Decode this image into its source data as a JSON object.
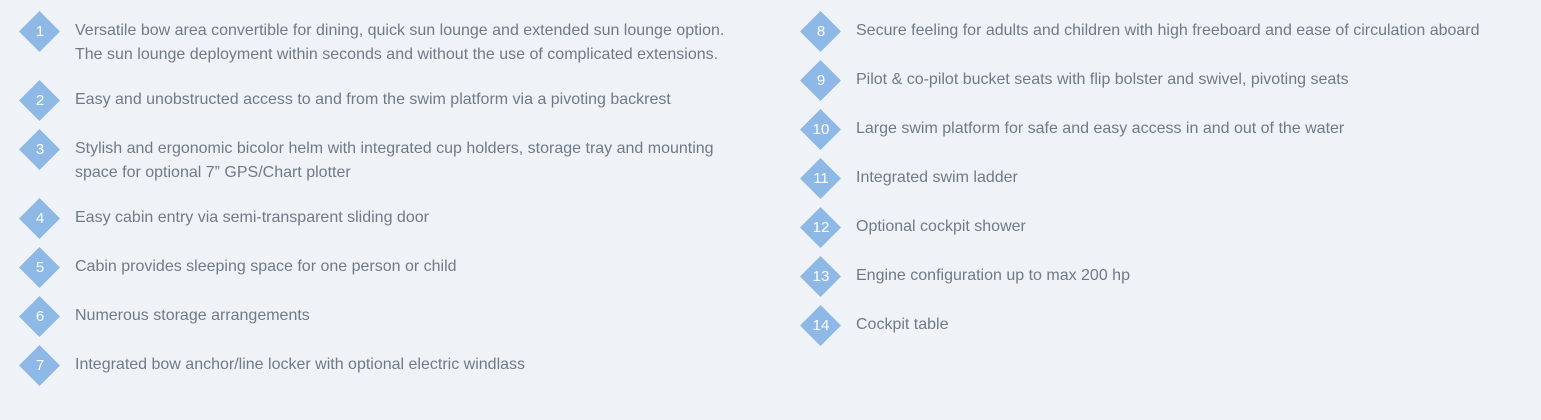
{
  "left_column": [
    {
      "num": "1",
      "text": "Versatile bow area convertible for dining, quick sun lounge and extended sun lounge option. The sun lounge deployment within seconds and without the use of complicated extensions."
    },
    {
      "num": "2",
      "text": "Easy and unobstructed access to and from the swim platform via a pivoting backrest"
    },
    {
      "num": "3",
      "text": "Stylish and ergonomic bicolor helm with integrated cup holders, storage tray and mounting space for optional 7” GPS/Chart plotter"
    },
    {
      "num": "4",
      "text": "Easy cabin entry via semi-transparent sliding door"
    },
    {
      "num": "5",
      "text": "Cabin provides sleeping space for one person or child"
    },
    {
      "num": "6",
      "text": "Numerous storage arrangements"
    },
    {
      "num": "7",
      "text": "Integrated bow anchor/line locker with optional electric windlass"
    }
  ],
  "right_column": [
    {
      "num": "8",
      "text": "Secure feeling for adults and children with high freeboard and ease of circulation aboard"
    },
    {
      "num": "9",
      "text": "Pilot & co-pilot bucket seats with flip bolster and swivel, pivoting seats"
    },
    {
      "num": "10",
      "text": "Large swim platform for safe and easy access in and out of the water"
    },
    {
      "num": "11",
      "text": "Integrated swim ladder"
    },
    {
      "num": "12",
      "text": "Optional cockpit shower"
    },
    {
      "num": "13",
      "text": "Engine configuration up to max 200 hp"
    },
    {
      "num": "14",
      "text": "Cockpit table"
    }
  ]
}
